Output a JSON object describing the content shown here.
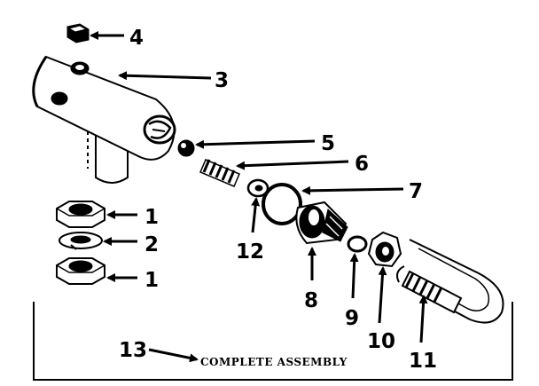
{
  "callouts": {
    "c1a": "1",
    "c2": "2",
    "c1b": "1",
    "c3": "3",
    "c4": "4",
    "c5": "5",
    "c6": "6",
    "c7": "7",
    "c8": "8",
    "c9": "9",
    "c10": "10",
    "c11": "11",
    "c12": "12",
    "c13": "13"
  },
  "caption": "COMPLETE ASSEMBLY"
}
